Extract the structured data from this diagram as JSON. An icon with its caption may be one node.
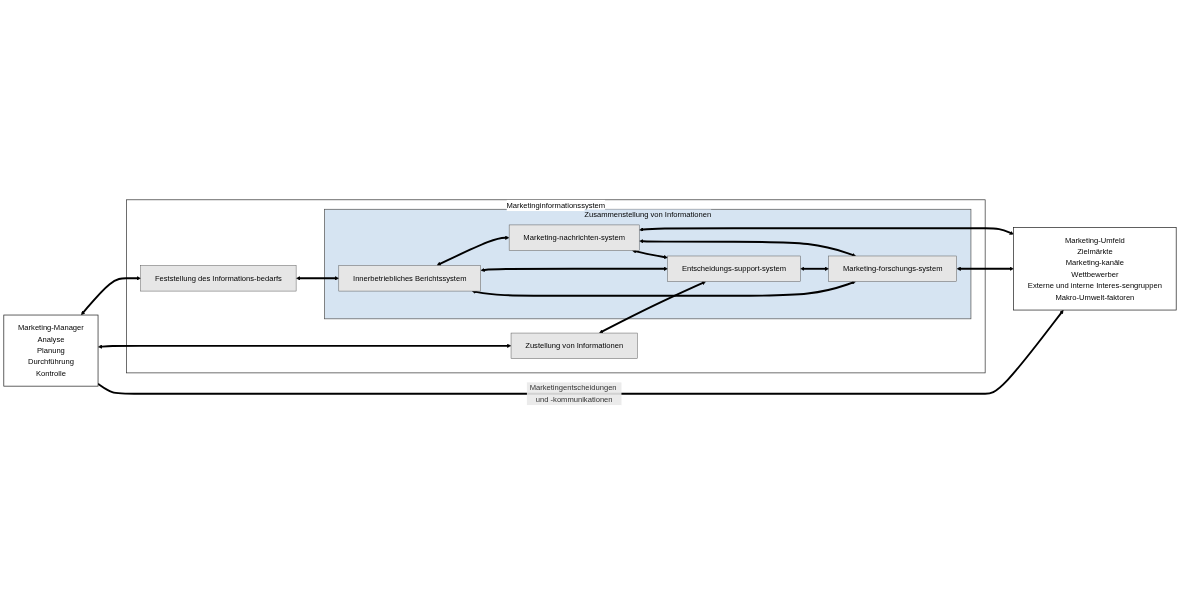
{
  "diagram": {
    "nodes": [
      {
        "text": [
          "Marketing-Manager",
          "Analyse",
          "Planung",
          "Durchführung",
          "Kontrolle"
        ]
      },
      {
        "text": [
          "Marketinginformationssystem"
        ]
      },
      {
        "text": [
          "Feststellung des Informations-bedarfs"
        ],
        "in": 1
      },
      {
        "text": [
          "Zustellung von Informationen"
        ],
        "in": 1
      },
      {
        "text": [
          "Zusammenstellung von Informationen"
        ],
        "in": 1
      },
      {
        "text": [
          "Innerbetriebliches Berichtssystem"
        ],
        "in": 4
      },
      {
        "text": [
          "Marketing-nachrichten-system"
        ],
        "in": 4
      },
      {
        "text": [
          "Entscheidungs-support-system"
        ],
        "in": 4
      },
      {
        "text": [
          "Marketing-forschungs-system"
        ],
        "in": 4
      },
      {
        "text": [
          "Marketing-Umfeld",
          "Zielmärkte",
          "Marketing-kanäle",
          "Wettbewerber",
          "Externe und interne Interes-sengruppen",
          "Makro-Umwelt-faktoren"
        ]
      }
    ],
    "edges": [
      {
        "from": 0,
        "to": 2,
        "arrow": "both"
      },
      {
        "from": 2,
        "to": 5,
        "arrow": "both"
      },
      {
        "from": 5,
        "to": 6,
        "arrow": "both"
      },
      {
        "from": 6,
        "to": 9,
        "arrow": "both"
      },
      {
        "from": 0,
        "to": 3,
        "arrow": "both"
      },
      {
        "from": 3,
        "to": 7,
        "arrow": "both"
      },
      {
        "from": 7,
        "to": 8,
        "arrow": "both"
      },
      {
        "from": 8,
        "to": 9,
        "arrow": "both"
      },
      {
        "from": 5,
        "to": 7,
        "arrow": "both"
      },
      {
        "from": 6,
        "to": 8,
        "arrow": "both"
      },
      {
        "from": 5,
        "to": 8,
        "arrow": "both"
      },
      {
        "from": 6,
        "to": 7,
        "arrow": "both"
      },
      {
        "from": 0,
        "to": 9,
        "arrow": "to",
        "label": "Marketingentscheidungen und -kommunikationen"
      }
    ]
  }
}
